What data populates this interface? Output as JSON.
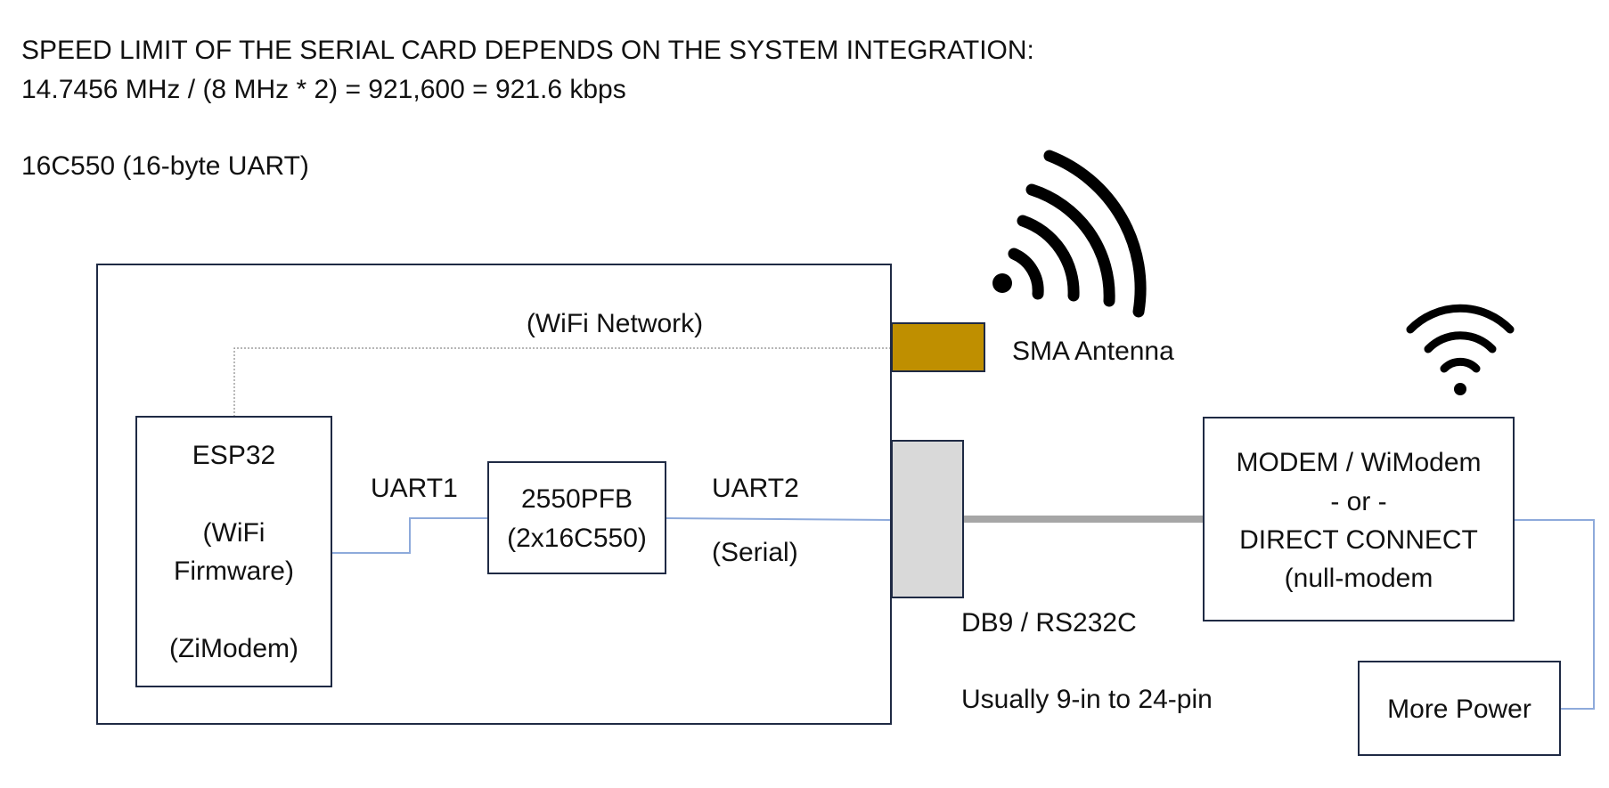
{
  "header": {
    "line1": "SPEED LIMIT OF THE SERIAL CARD DEPENDS ON THE SYSTEM INTEGRATION:",
    "line2": "14.7456 MHz / (8 MHz * 2) = 921,600 = 921.6 kbps",
    "line3": "16C550 (16-byte UART)"
  },
  "card": {
    "wifi_network": "(WiFi Network)",
    "esp32": {
      "title": "ESP32",
      "line2": "(WiFi",
      "line3": "Firmware)",
      "line4": "(ZiModem)"
    },
    "uart1": "UART1",
    "chip": {
      "line1": "2550PFB",
      "line2": "(2x16C550)"
    },
    "uart2": "UART2",
    "serial": "(Serial)"
  },
  "antenna": {
    "label": "SMA Antenna",
    "color": "#bf8f00"
  },
  "connector": {
    "label": "DB9 / RS232C",
    "note": "Usually 9-in to 24-pin",
    "color": "#d9d9d9"
  },
  "modem": {
    "line1": "MODEM / WiModem",
    "line2": "- or -",
    "line3": "DIRECT CONNECT",
    "line4": "(null-modem"
  },
  "power": {
    "label": "More Power"
  },
  "colors": {
    "box_border": "#1f2a44",
    "wire": "#8eaadb",
    "cable": "#a6a6a6",
    "icon": "#000000"
  }
}
